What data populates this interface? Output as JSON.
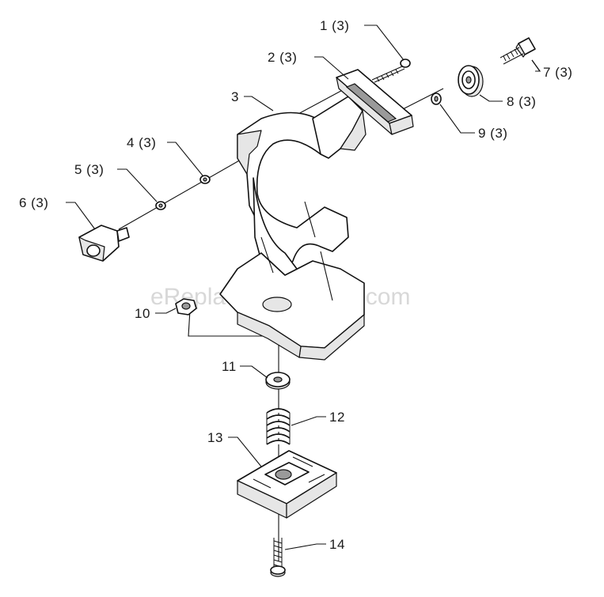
{
  "watermark": "eReplacementParts.com",
  "callouts": [
    {
      "id": "1",
      "text": "1 (3)"
    },
    {
      "id": "2",
      "text": "2 (3)"
    },
    {
      "id": "3",
      "text": "3"
    },
    {
      "id": "4",
      "text": "4 (3)"
    },
    {
      "id": "5",
      "text": "5 (3)"
    },
    {
      "id": "6",
      "text": "6 (3)"
    },
    {
      "id": "7",
      "text": "7 (3)"
    },
    {
      "id": "8",
      "text": "8 (3)"
    },
    {
      "id": "9",
      "text": "9 (3)"
    },
    {
      "id": "10",
      "text": "10"
    },
    {
      "id": "11",
      "text": "11"
    },
    {
      "id": "12",
      "text": "12"
    },
    {
      "id": "13",
      "text": "13"
    },
    {
      "id": "14",
      "text": "14"
    }
  ]
}
